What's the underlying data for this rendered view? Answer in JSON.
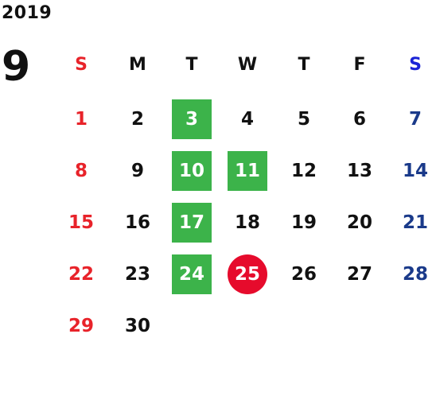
{
  "calendar": {
    "year": "2019",
    "month": "9",
    "weekdays": [
      "S",
      "M",
      "T",
      "W",
      "T",
      "F",
      "S"
    ],
    "weeks": [
      [
        "1",
        "2",
        "3",
        "4",
        "5",
        "6",
        "7"
      ],
      [
        "8",
        "9",
        "10",
        "11",
        "12",
        "13",
        "14"
      ],
      [
        "15",
        "16",
        "17",
        "18",
        "19",
        "20",
        "21"
      ],
      [
        "22",
        "23",
        "24",
        "25",
        "26",
        "27",
        "28"
      ],
      [
        "29",
        "30",
        "",
        "",
        "",
        "",
        ""
      ]
    ],
    "highlighted_days": [
      "3",
      "10",
      "11",
      "17",
      "24"
    ],
    "today": "25",
    "colors": {
      "sunday": "#e8232a",
      "saturday": "#1a3a8a",
      "saturday_header": "#1a23d6",
      "highlight": "#3cb34a",
      "today": "#e60b2c"
    }
  }
}
